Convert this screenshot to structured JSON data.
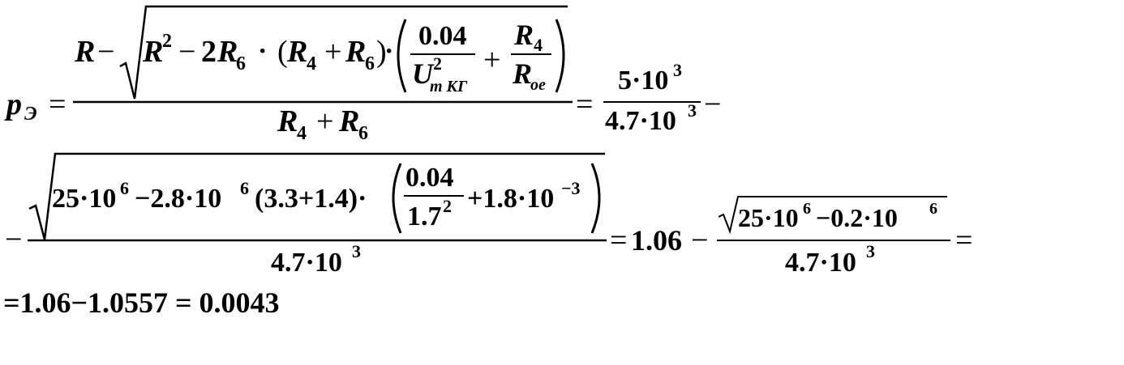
{
  "line1": {
    "lhs_var": "p",
    "lhs_sub": "Э",
    "eq": "=",
    "num": {
      "R": "R",
      "minus": "−",
      "R2": "R",
      "sq": "2",
      "minus2": "−",
      "coef": "2",
      "R6": "R",
      "sub6": "6",
      "dot": "·",
      "lp": "(",
      "R4": "R",
      "sub4": "4",
      "plus": "+",
      "R6b": "R",
      "sub6b": "6",
      "rp": ")",
      "dot2": "·",
      "f1_num": "0.04",
      "f1_den_var": "U",
      "f1_den_sup": "2",
      "f1_den_sub": "т КГ",
      "plus2": "+",
      "f2_num_var": "R",
      "f2_num_sub": "4",
      "f2_den_var": "R",
      "f2_den_sub": "oe"
    },
    "den": {
      "R4": "R",
      "sub4": "4",
      "plus": "+",
      "R6": "R",
      "sub6": "6"
    },
    "eq2": "=",
    "frac_num": "5·10",
    "frac_num_exp": "3",
    "frac_den": "4.7·10",
    "frac_den_exp": "3",
    "trail_minus": "−"
  },
  "line2": {
    "lead_minus": "−",
    "rad_a": "25·10",
    "rad_a_exp": "6",
    "rad_b": "−2.8·10",
    "rad_b_exp": "6",
    "rad_c": "(3.3+1.4)·",
    "f_num": "0.04",
    "f_den": "1.7",
    "f_den_exp": "2",
    "rad_d": "+1.8·10",
    "rad_d_exp": "−3",
    "den": "4.7·10",
    "den_exp": "3",
    "eq": "=",
    "val": "1.06",
    "minus": "−",
    "sq_a": "25·10",
    "sq_a_exp": "6",
    "sq_b": "−0.2·10",
    "sq_b_exp": "6",
    "den2": "4.7·10",
    "den2_exp": "3",
    "eq2": "="
  },
  "line3": {
    "text": "=1.06−1.0557 = 0.0043"
  }
}
